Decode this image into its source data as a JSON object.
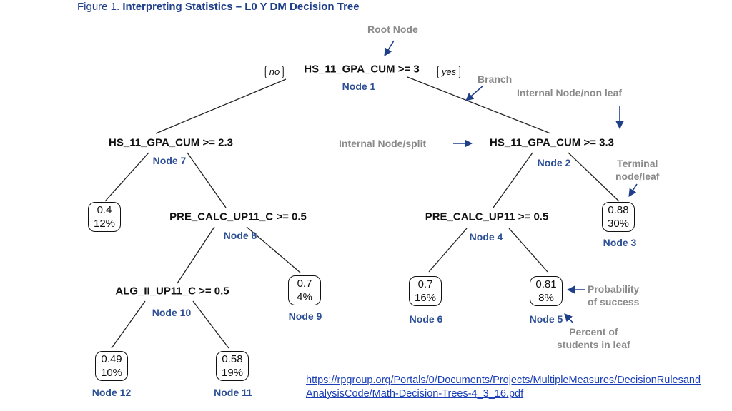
{
  "figure": {
    "prefix": "Figure 1. ",
    "title": "Interpreting Statistics – L0 Y DM Decision Tree"
  },
  "tags": {
    "no": "no",
    "yes": "yes"
  },
  "splits": {
    "node1": "HS_11_GPA_CUM >= 3",
    "node7": "HS_11_GPA_CUM >= 2.3",
    "node2": "HS_11_GPA_CUM >= 3.3",
    "node8": "PRE_CALC_UP11_C >= 0.5",
    "node4": "PRE_CALC_UP11 >= 0.5",
    "node10": "ALG_II_UP11_C >= 0.5"
  },
  "node_labels": {
    "n1": "Node 1",
    "n2": "Node 2",
    "n3": "Node 3",
    "n4": "Node 4",
    "n5": "Node 5",
    "n6": "Node 6",
    "n7": "Node 7",
    "n8": "Node 8",
    "n9": "Node 9",
    "n10": "Node 10",
    "n11": "Node 11",
    "n12": "Node 12"
  },
  "leaves": {
    "leaf_a": {
      "prob": "0.4",
      "pct": "12%"
    },
    "n3": {
      "prob": "0.88",
      "pct": "30%"
    },
    "n9": {
      "prob": "0.7",
      "pct": "4%"
    },
    "n6": {
      "prob": "0.7",
      "pct": "16%"
    },
    "n5": {
      "prob": "0.81",
      "pct": "8%"
    },
    "n12": {
      "prob": "0.49",
      "pct": "10%"
    },
    "n11": {
      "prob": "0.58",
      "pct": "19%"
    }
  },
  "annotations": {
    "root_node": "Root Node",
    "branch": "Branch",
    "internal_nonleaf": "Internal Node/non leaf",
    "internal_split": "Internal Node/split",
    "terminal_line1": "Terminal",
    "terminal_line2": "node/leaf",
    "prob_line1": "Probability",
    "prob_line2": "of success",
    "percent_line1": "Percent of",
    "percent_line2": "students in leaf"
  },
  "colors": {
    "title": "#1f3f8a",
    "node_label": "#2c4f95",
    "arrow": "#1f3f8a",
    "annotation": "#8a8a8a",
    "link": "#1a3fb8"
  },
  "url": "https://rpgroup.org/Portals/0/Documents/Projects/MultipleMeasures/DecisionRulesandAnalysisCode/Math-Decision-Trees-4_3_16.pdf"
}
